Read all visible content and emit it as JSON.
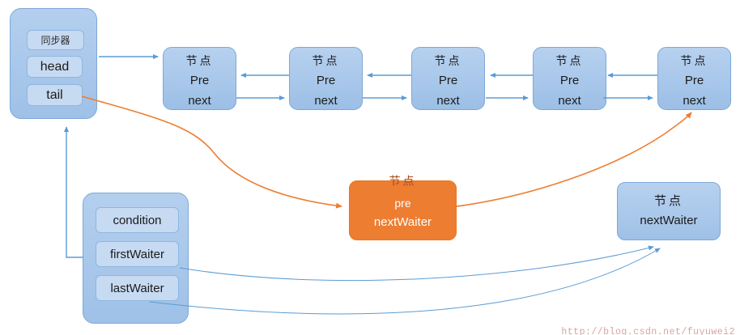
{
  "colors": {
    "node_fill": "#a9c7ea",
    "node_border": "#7ea8d8",
    "inner_fill": "#c6daf2",
    "arrow_blue": "#5b9bd5",
    "accent_orange": "#ed7d31",
    "orange_title_text": "#a8491b",
    "watermark_red": "#dba2a2"
  },
  "sync_box": {
    "title": "同步器",
    "head": "head",
    "tail": "tail"
  },
  "top_nodes": [
    {
      "title": "节点",
      "pre": "Pre",
      "next": "next"
    },
    {
      "title": "节点",
      "pre": "Pre",
      "next": "next"
    },
    {
      "title": "节点",
      "pre": "Pre",
      "next": "next"
    },
    {
      "title": "节点",
      "pre": "Pre",
      "next": "next"
    },
    {
      "title": "节点",
      "pre": "Pre",
      "next": "next"
    }
  ],
  "orange_node": {
    "title": "节点",
    "pre": "pre",
    "next_waiter": "nextWaiter"
  },
  "waiter_node": {
    "title": "节点",
    "next_waiter": "nextWaiter"
  },
  "condition_box": {
    "condition": "condition",
    "first_waiter": "firstWaiter",
    "last_waiter": "lastWaiter"
  },
  "watermark": {
    "text": "http://blog.csdn.net/fuyuwei2"
  }
}
